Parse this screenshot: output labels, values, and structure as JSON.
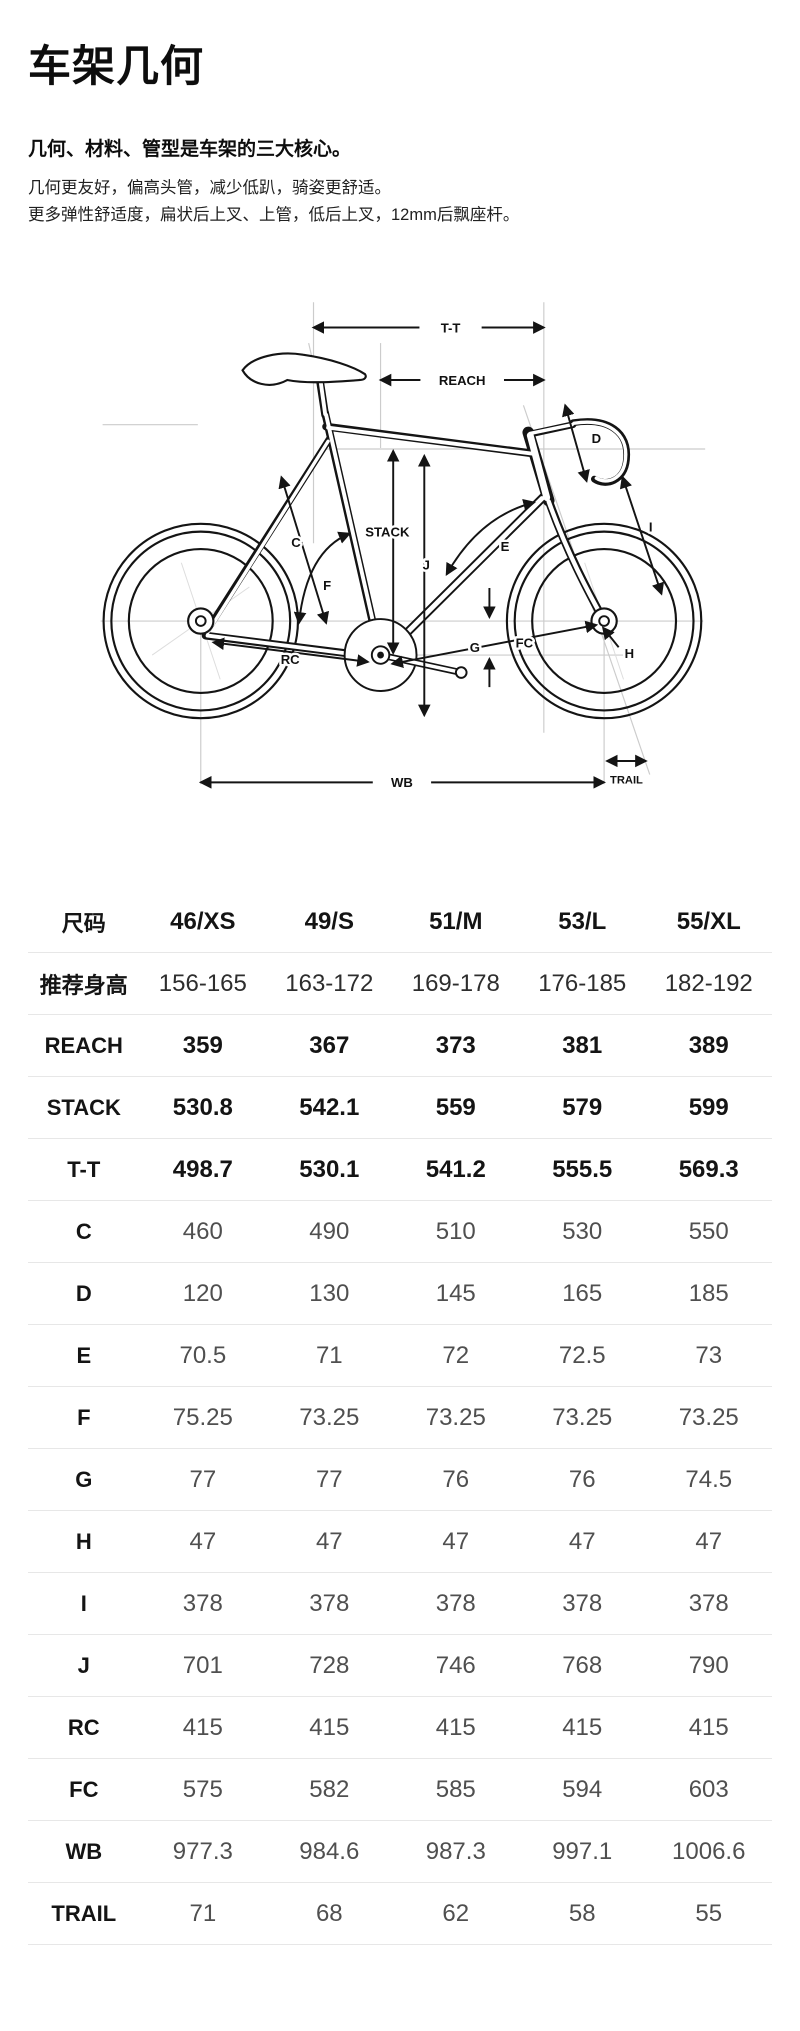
{
  "page": {
    "title": "车架几何",
    "subtitle": "几何、材料、管型是车架的三大核心。",
    "desc_line1": "几何更友好，偏高头管，减少低趴，骑姿更舒适。",
    "desc_line2": "更多弹性舒适度，扁状后上叉、上管，低后上叉，12mm后飘座杆。"
  },
  "diagram": {
    "labels": {
      "tt": "T-T",
      "reach": "REACH",
      "stack": "STACK",
      "j": "J",
      "c": "C",
      "d": "D",
      "e": "E",
      "f": "F",
      "g": "G",
      "h": "H",
      "i": "I",
      "rc": "RC",
      "fc": "FC",
      "wb": "WB",
      "trail": "TRAIL"
    },
    "line_color": "#141414",
    "guide_color": "#cccccc"
  },
  "table": {
    "rows": [
      {
        "label": "尺码",
        "style": "bold",
        "values": [
          "46/XS",
          "49/S",
          "51/M",
          "53/L",
          "55/XL"
        ]
      },
      {
        "label": "推荐身高",
        "style": "medium",
        "values": [
          "156-165",
          "163-172",
          "169-178",
          "176-185",
          "182-192"
        ]
      },
      {
        "label": "REACH",
        "style": "bold",
        "values": [
          "359",
          "367",
          "373",
          "381",
          "389"
        ]
      },
      {
        "label": "STACK",
        "style": "bold",
        "values": [
          "530.8",
          "542.1",
          "559",
          "579",
          "599"
        ]
      },
      {
        "label": "T-T",
        "style": "bold",
        "values": [
          "498.7",
          "530.1",
          "541.2",
          "555.5",
          "569.3"
        ]
      },
      {
        "label": "C",
        "style": "plain",
        "values": [
          "460",
          "490",
          "510",
          "530",
          "550"
        ]
      },
      {
        "label": "D",
        "style": "plain",
        "values": [
          "120",
          "130",
          "145",
          "165",
          "185"
        ]
      },
      {
        "label": "E",
        "style": "plain",
        "values": [
          "70.5",
          "71",
          "72",
          "72.5",
          "73"
        ]
      },
      {
        "label": "F",
        "style": "plain",
        "values": [
          "75.25",
          "73.25",
          "73.25",
          "73.25",
          "73.25"
        ]
      },
      {
        "label": "G",
        "style": "plain",
        "values": [
          "77",
          "77",
          "76",
          "76",
          "74.5"
        ]
      },
      {
        "label": "H",
        "style": "plain",
        "values": [
          "47",
          "47",
          "47",
          "47",
          "47"
        ]
      },
      {
        "label": "I",
        "style": "plain",
        "values": [
          "378",
          "378",
          "378",
          "378",
          "378"
        ]
      },
      {
        "label": "J",
        "style": "plain",
        "values": [
          "701",
          "728",
          "746",
          "768",
          "790"
        ]
      },
      {
        "label": "RC",
        "style": "plain",
        "values": [
          "415",
          "415",
          "415",
          "415",
          "415"
        ]
      },
      {
        "label": "FC",
        "style": "plain",
        "values": [
          "575",
          "582",
          "585",
          "594",
          "603"
        ]
      },
      {
        "label": "WB",
        "style": "plain",
        "values": [
          "977.3",
          "984.6",
          "987.3",
          "997.1",
          "1006.6"
        ]
      },
      {
        "label": "TRAIL",
        "style": "plain",
        "values": [
          "71",
          "68",
          "62",
          "58",
          "55"
        ]
      }
    ]
  }
}
